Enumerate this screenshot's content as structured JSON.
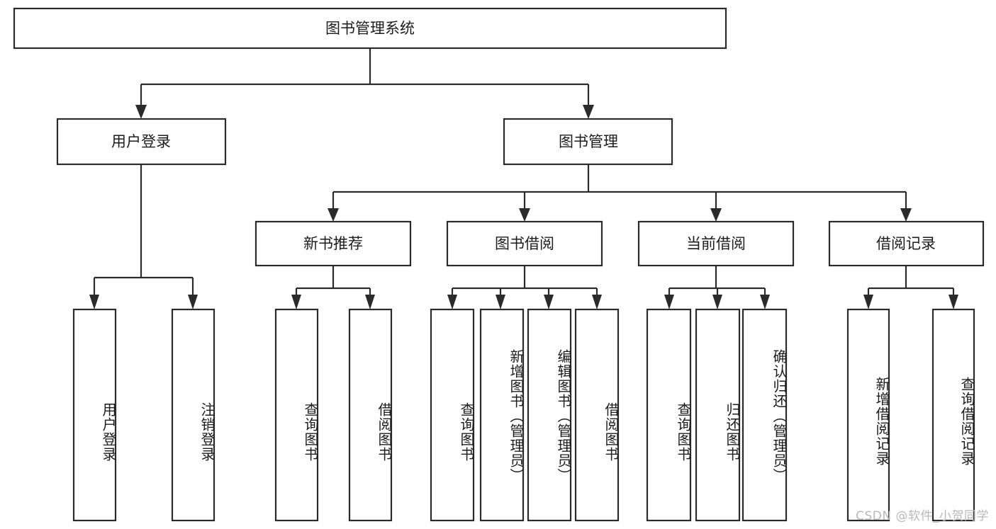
{
  "diagram": {
    "type": "tree-hierarchy-chart",
    "title": "图书管理系统",
    "watermark": "CSDN @软件_小贺同学",
    "colors": {
      "box_fill": "#ffffff",
      "box_stroke": "#2b2b2b",
      "text": "#1c1c1c",
      "background": "#ffffff",
      "watermark": "#b9b9b9"
    },
    "root": {
      "label": "图书管理系统"
    },
    "level1": [
      {
        "label": "用户登录"
      },
      {
        "label": "图书管理"
      }
    ],
    "level2": [
      {
        "label": "新书推荐"
      },
      {
        "label": "图书借阅"
      },
      {
        "label": "当前借阅"
      },
      {
        "label": "借阅记录"
      }
    ],
    "leaves": {
      "user_login": [
        {
          "label": "用户登录"
        },
        {
          "label": "注销登录"
        }
      ],
      "new_book_recommend": [
        {
          "label": "查询图书"
        },
        {
          "label": "借阅图书"
        }
      ],
      "book_borrow": [
        {
          "label": "查询图书"
        },
        {
          "label": "新增图书（管理员）"
        },
        {
          "label": "编辑图书（管理员）"
        },
        {
          "label": "借阅图书"
        }
      ],
      "current_borrow": [
        {
          "label": "查询图书"
        },
        {
          "label": "归还图书"
        },
        {
          "label": "确认归还（管理员）"
        }
      ],
      "borrow_record": [
        {
          "label": "新增借阅记录"
        },
        {
          "label": "查询借阅记录"
        }
      ]
    }
  }
}
